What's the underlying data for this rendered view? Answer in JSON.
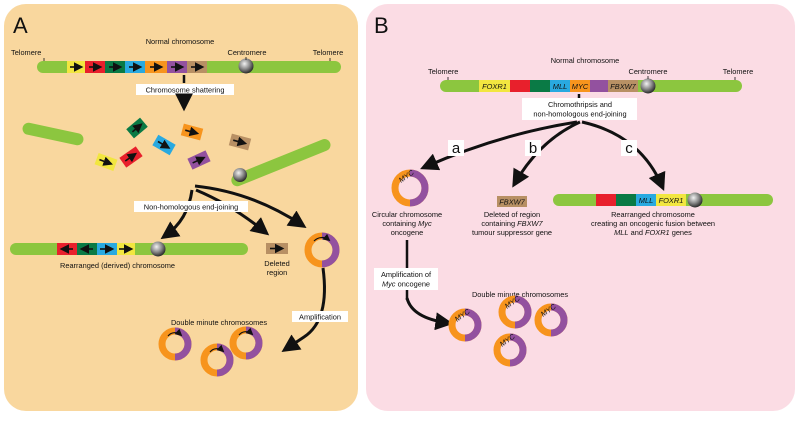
{
  "panels": {
    "a": {
      "letter": "A",
      "telomere_left": "Telomere",
      "telomere_right": "Telomere",
      "normal_chromosome": "Normal chromosome",
      "centromere": "Centromere",
      "step1": "Chromosome shattering",
      "step2": "Non-homologous end-joining",
      "rearranged": "Rearranged (derived) chromosome",
      "deleted_line1": "Deleted",
      "deleted_line2": "region",
      "amplification": "Amplification",
      "double_minutes": "Double minute chromosomes"
    },
    "b": {
      "letter": "B",
      "telomere_left": "Telomere",
      "telomere_right": "Telomere",
      "normal_chromosome": "Normal chromosome",
      "centromere": "Centromere",
      "gene_foxr1": "FOXR1",
      "gene_mll": "MLL",
      "gene_myc": "MYC",
      "gene_fbxw7": "FBXW7",
      "step_line1": "Chromothripsis and",
      "step_line2": "non-homologous end-joining",
      "path_a": "a",
      "path_b": "b",
      "path_c": "c",
      "circ_line1": "Circular chromosome",
      "circ_line2": "containing",
      "circ_line2_gene": "Myc",
      "circ_line3": "oncogene",
      "del_line1": "Deleted of region",
      "del_line2": "containing",
      "del_line2_gene": "FBXW7",
      "del_line3": "tumour suppressor gene",
      "rear_line1": "Rearranged chromosome",
      "rear_line2": "creating an oncogenic fusion between",
      "rear_line3_gene1": "MLL",
      "rear_line3_mid": "and",
      "rear_line3_gene2": "FOXR1",
      "rear_line3_end": "genes",
      "amp_line1": "Amplification of",
      "amp_line2_gene": "Myc",
      "amp_line2": "oncogene",
      "double_minutes": "Double minute chromosomes",
      "ring_label": "MYC"
    }
  },
  "colors": {
    "panel_a_bg": "#f9d79e",
    "panel_b_bg": "#fbdce4",
    "chromosome": "#8cc63f",
    "yellow": "#f2e640",
    "red": "#e8202c",
    "dark_green": "#0a7a45",
    "blue": "#29a9e0",
    "orange": "#f7941d",
    "purple": "#93519f",
    "brown": "#b89064",
    "ring_orange": "#f7941d",
    "ring_purple": "#93519f"
  }
}
